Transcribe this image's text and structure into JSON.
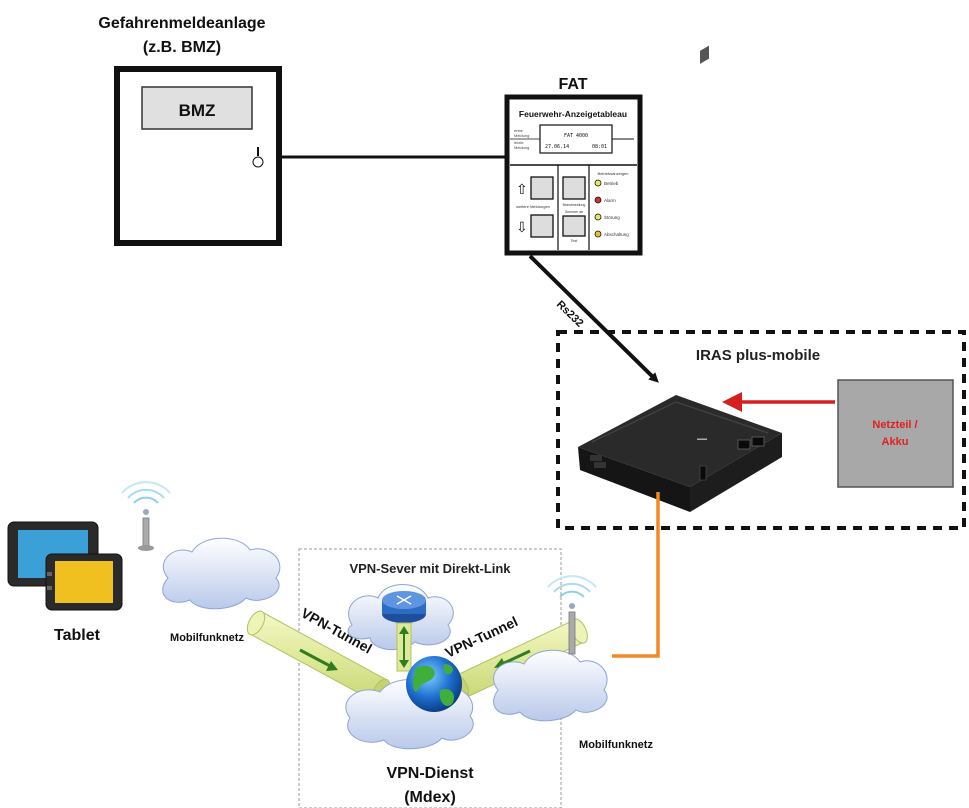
{
  "bmz": {
    "title_line1": "Gefahrenmeldeanlage",
    "title_line2": "(z.B. BMZ)",
    "panel_label": "BMZ"
  },
  "fat": {
    "title": "FAT",
    "panel_title": "Feuerwehr-Anzeigetableau",
    "display_left_labels": [
      "erste",
      "Meldung",
      "letzte",
      "Meldung"
    ],
    "display_line1": "FAT 4000",
    "display_date": "27.06.14",
    "display_time": "08:01",
    "key_label_weitere": "weitere Meldungen",
    "key_label_brandmeldung": "Brandmeldung",
    "key_label_summer": "Summer ab",
    "key_label_test": "Test",
    "status_header": "Betriebsanzeigen",
    "status_items": [
      "Betrieb",
      "Alarm",
      "Störung",
      "Abschaltung"
    ],
    "status_colors": [
      "#e8e860",
      "#c0392b",
      "#e8e860",
      "#e8c040"
    ]
  },
  "connection": {
    "rs232_label": "Rs232"
  },
  "iras": {
    "title": "IRAS plus-mobile",
    "power_label_line1": "Netzteil /",
    "power_label_line2": "Akku",
    "power_label_color": "#e02020",
    "cable_color": "#f08a24"
  },
  "network": {
    "tablet_label": "Tablet",
    "mobilfunk_left": "Mobilfunknetz",
    "mobilfunk_right": "Mobilfunknetz",
    "vpn_server_label": "VPN-Sever mit Direkt-Link",
    "tunnel_left": "VPN-Tunnel",
    "tunnel_right": "VPN-Tunnel",
    "vpn_service_line1": "VPN-Dienst",
    "vpn_service_line2": "(Mdex)"
  }
}
